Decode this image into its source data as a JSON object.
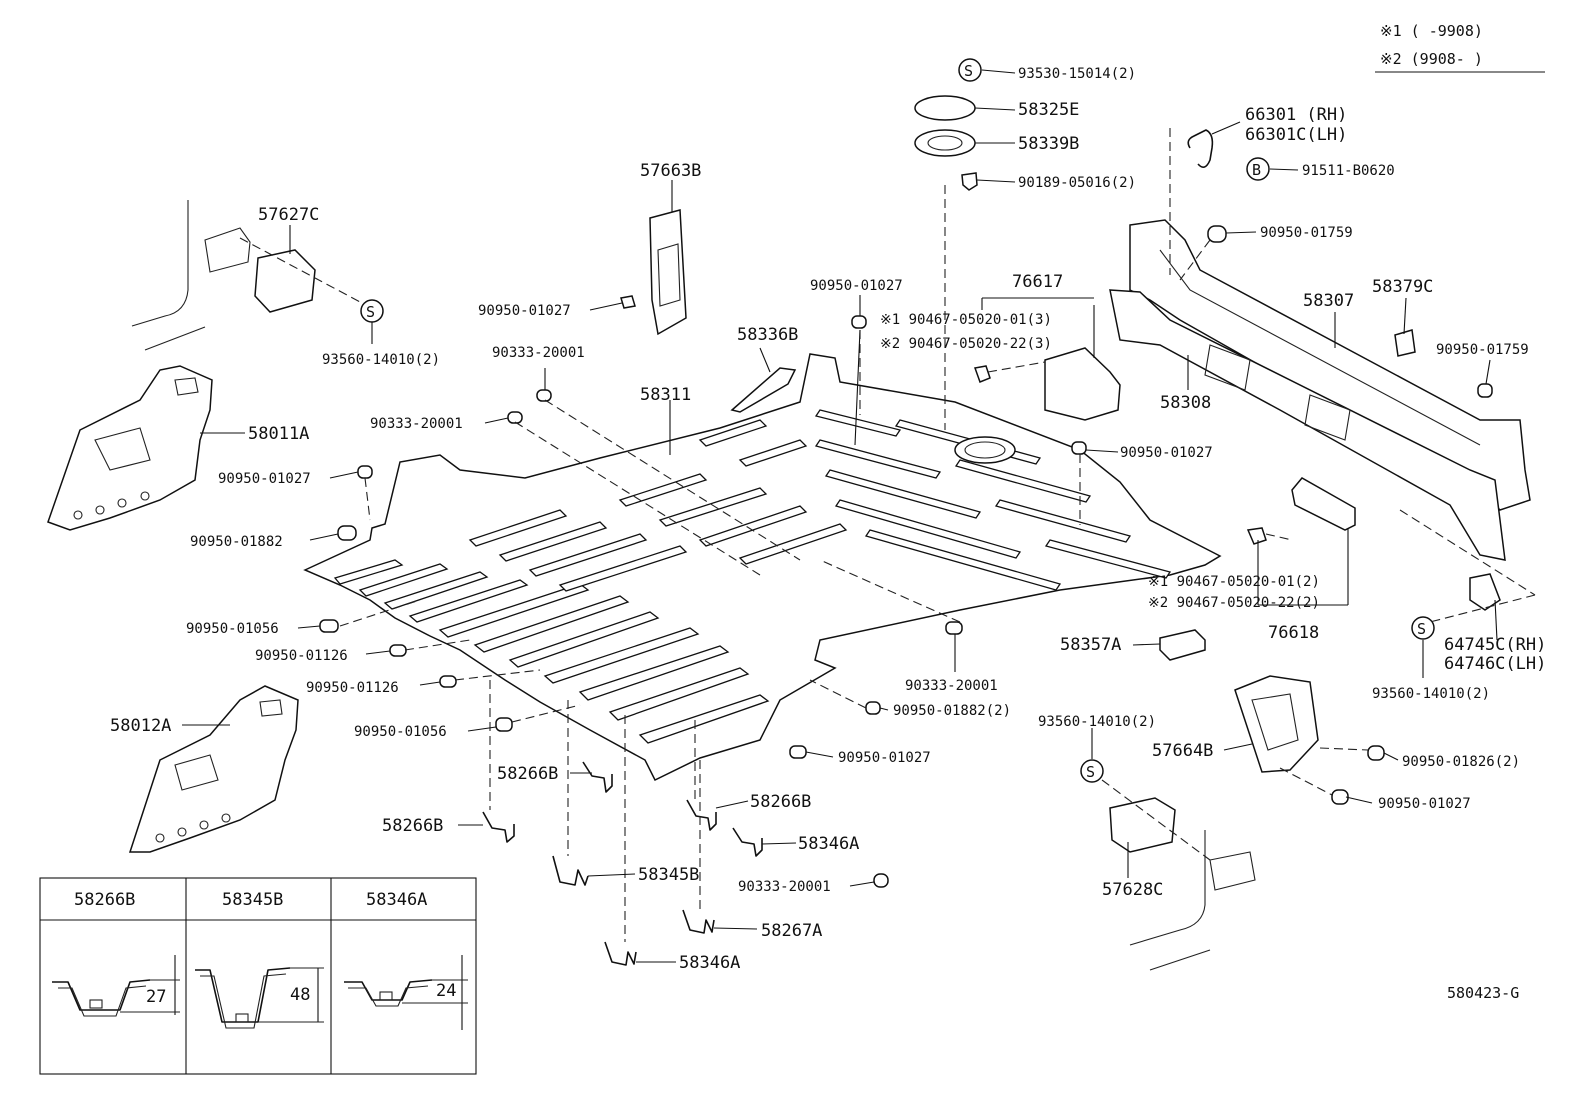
{
  "legend": {
    "row1": "※1 (     -9908)",
    "row2": "※2 (9908-     )"
  },
  "callouts": {
    "p93530": "93530-15014(2)",
    "p58325E": "58325E",
    "p58339B": "58339B",
    "p90189": "90189-05016(2)",
    "p66301RH": "66301 (RH)",
    "p66301LH": "66301C(LH)",
    "p91511": "91511-B0620",
    "p57663B": "57663B",
    "p57627C": "57627C",
    "p93560_a": "93560-14010(2)",
    "p90950_01027_a": "90950-01027",
    "p90950_01027_b": "90950-01027",
    "p90950_01759_a": "90950-01759",
    "p90950_01759_b": "90950-01759",
    "p76617": "76617",
    "p90467_a1": "※1 90467-05020-01(3)",
    "p90467_a2": "※2 90467-05020-22(3)",
    "p58307": "58307",
    "p58379C": "58379C",
    "p58308": "58308",
    "p58336B": "58336B",
    "p90333_a": "90333-20001",
    "p90333_b": "90333-20001",
    "p58311": "58311",
    "p58011A": "58011A",
    "p90950_01027_c": "90950-01027",
    "p90950_01882_a": "90950-01882",
    "p90950_01027_d": "90950-01027",
    "p90467_b1": "※1 90467-05020-01(2)",
    "p90467_b2": "※2 90467-05020-22(2)",
    "p76618": "76618",
    "p58357A": "58357A",
    "p64745C": "64745C(RH)",
    "p64746C": "64746C(LH)",
    "p90950_01056_a": "90950-01056",
    "p90950_01126_a": "90950-01126",
    "p90950_01126_b": "90950-01126",
    "p90333_c": "90333-20001",
    "p93560_b": "93560-14010(2)",
    "p90950_01882_b": "90950-01882(2)",
    "p58012A": "58012A",
    "p90950_01056_b": "90950-01056",
    "p93560_c": "93560-14010(2)",
    "p57664B": "57664B",
    "p90950_01027_e": "90950-01027",
    "p90950_01826": "90950-01826(2)",
    "p58266B_a": "58266B",
    "p58266B_b": "58266B",
    "p58266B_c": "58266B",
    "p90950_01027_f": "90950-01027",
    "p58346A_a": "58346A",
    "p58345B": "58345B",
    "p90333_d": "90333-20001",
    "p57628C": "57628C",
    "p58267A": "58267A",
    "p58346A_b": "58346A"
  },
  "symbols": {
    "s_mark": "S",
    "b_mark": "B"
  },
  "inset": {
    "headers": [
      "58266B",
      "58345B",
      "58346A"
    ],
    "dims": [
      "27",
      "48",
      "24"
    ]
  },
  "diagram_code": "580423-G"
}
